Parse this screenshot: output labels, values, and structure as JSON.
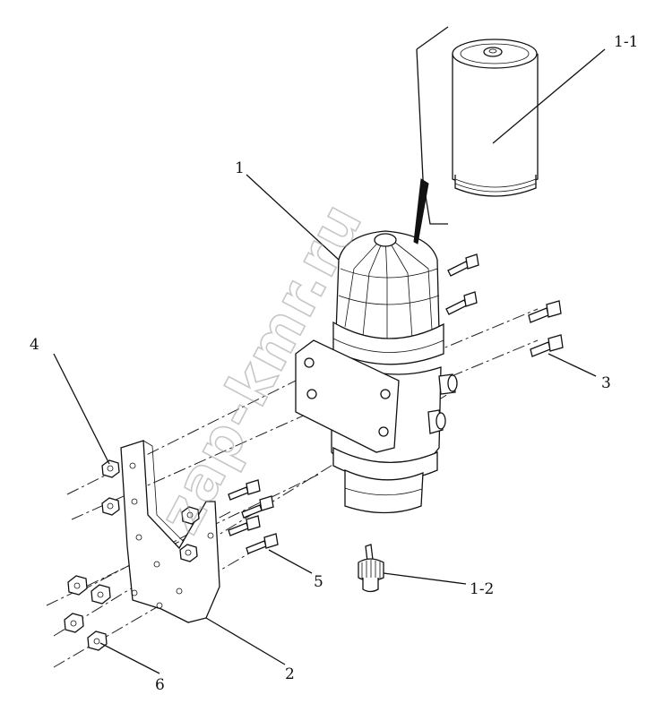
{
  "labels": {
    "l1": "1",
    "l1_1": "1-1",
    "l1_2": "1-2",
    "l2": "2",
    "l3": "3",
    "l4": "4",
    "l5": "5",
    "l6": "6"
  },
  "watermark": "zap-kmr.ru"
}
